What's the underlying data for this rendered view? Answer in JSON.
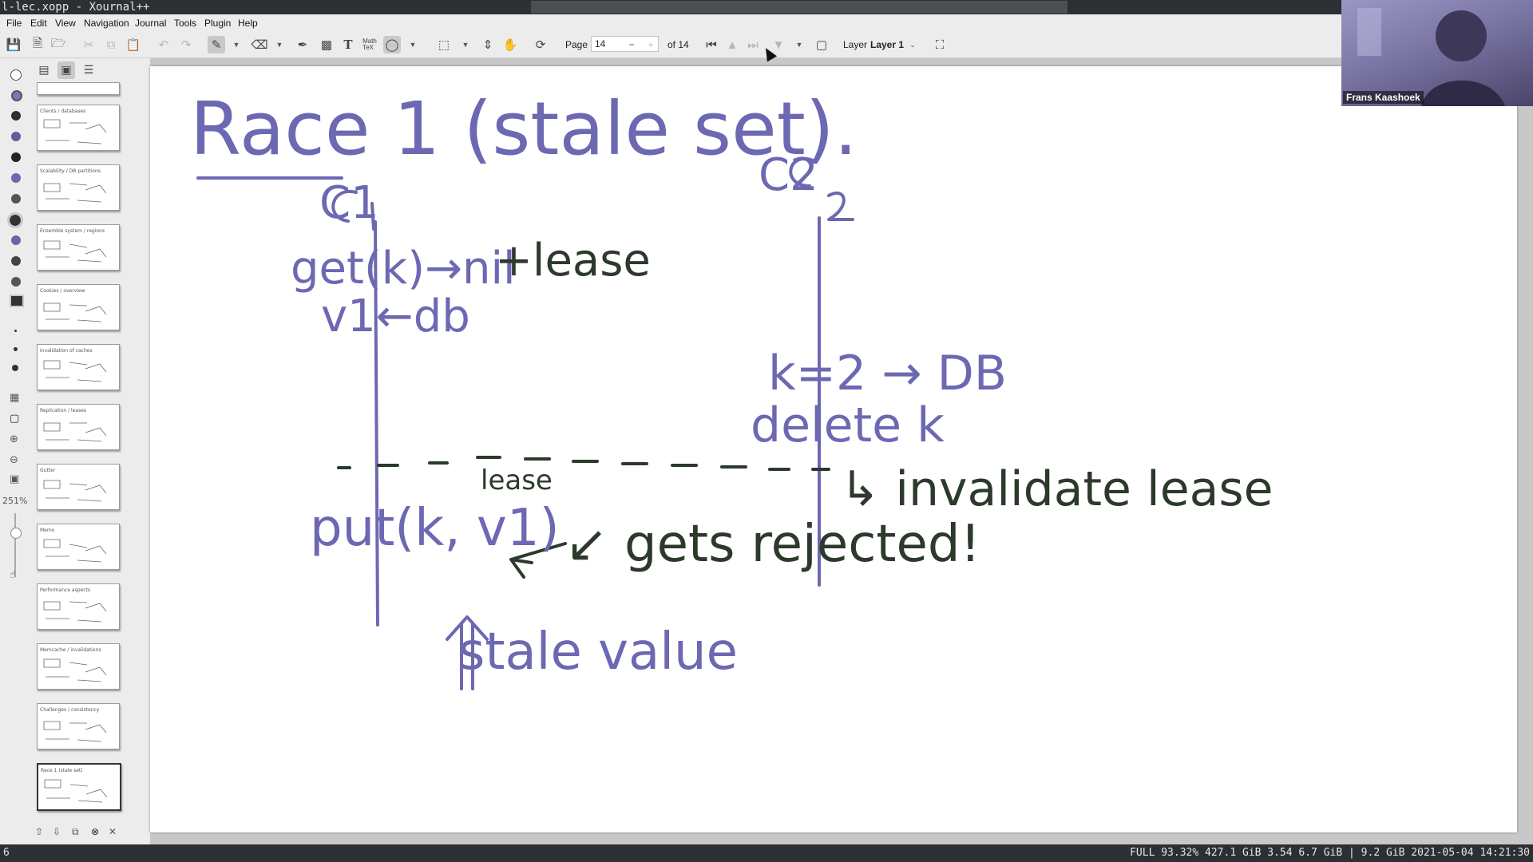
{
  "window": {
    "title": "l-lec.xopp - Xournal++"
  },
  "menu": [
    "File",
    "Edit",
    "View",
    "Navigation",
    "Journal",
    "Tools",
    "Plugin",
    "Help"
  ],
  "toolbar": {
    "page_label": "Page",
    "page_value": "14",
    "page_of": "of 14",
    "layer_label": "Layer",
    "layer_value": "Layer 1",
    "icons": [
      "save-icon",
      "new-page-icon",
      "open-icon",
      "cut-icon",
      "copy-icon",
      "paste-icon",
      "undo-icon",
      "redo-icon",
      "pen-icon",
      "eraser-icon",
      "highlighter-icon",
      "image-icon",
      "text-icon",
      "math-tex-icon",
      "shapes-icon",
      "select-rect-icon",
      "vertical-space-icon",
      "hand-icon",
      "rotate-icon",
      "first-page-icon",
      "prev-page-icon",
      "next-page-icon",
      "last-page-icon",
      "fullscreen-icon"
    ]
  },
  "sidebar": {
    "zoom": "251%",
    "colors": [
      "#ffffff",
      "#7a77b8",
      "#3a3a3a",
      "#5f5ca0",
      "#222222",
      "#6b68ac",
      "#555555",
      "#333333",
      "#6865a8",
      "#444444",
      "#555555"
    ]
  },
  "previews": {
    "count": 13,
    "current_index": 12,
    "captions": [
      "Clients / databases",
      "Scalability / DB partitions",
      "Ensemble system / regions",
      "Cookies / overview",
      "Invalidation of caches",
      "Replication / leases",
      "Gutter",
      "Memo",
      "Performance aspects",
      "Memcache / invalidations",
      "Challenges / consistency",
      "Race 1 (stale set)"
    ]
  },
  "page_content": {
    "title": "Race 1 (stale set).",
    "c1_label": "C1",
    "c2_label": "C2",
    "c1_get": "get(k)→nil",
    "c1_lease": "+lease",
    "c1_compute": "v1←db",
    "c2_write": "k=2 → DB",
    "c2_delete": "delete k",
    "c2_invalidate": "↳ invalidate lease",
    "c1_put": "put(k, v1)",
    "put_lease": "lease",
    "rejected": "↙ gets rejected!",
    "stale": "stale value",
    "ink_colors": {
      "purple": "#6c68b2",
      "dark": "#2c3a2c"
    }
  },
  "webcam": {
    "name": "Frans Kaashoek"
  },
  "statusbar": {
    "workspace": "6",
    "status": "FULL 93.32% 427.1 GiB 3.54 6.7 GiB | 9.2 GiB 2021-05-04 14:21:30"
  }
}
